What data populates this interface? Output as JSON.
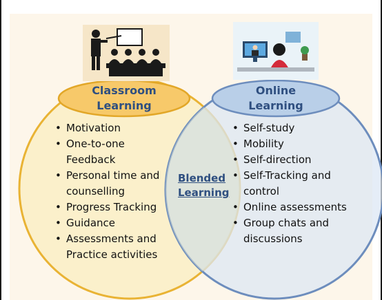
{
  "diagram": {
    "left_circle": {
      "title_line1": "Classroom",
      "title_line2": "Learning",
      "items": [
        "Motivation",
        "One-to-one Feedback",
        "Personal time and counselling",
        "Progress Tracking",
        "Guidance",
        "Assessments and Practice activities"
      ],
      "fill": "#fbefc8",
      "border": "#e9b334"
    },
    "right_circle": {
      "title_line1": "Online",
      "title_line2": "Learning",
      "items": [
        "Self-study",
        "Mobility",
        "Self-direction",
        "Self-Tracking and control",
        "Online assessments",
        "Group chats and discussions"
      ],
      "fill": "#dbe6f4",
      "border": "#6d8dbd"
    },
    "overlap": {
      "line1": "Blended",
      "line2": "Learning"
    },
    "icons": [
      "classroom-teacher-icon",
      "online-learner-computer-icon"
    ]
  }
}
